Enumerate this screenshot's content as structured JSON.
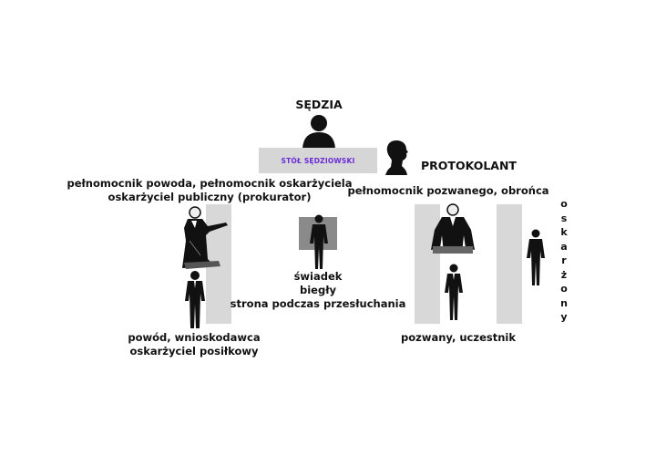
{
  "labels": {
    "judge": "SĘDZIA",
    "bench": "STÓŁ SĘDZIOWSKI",
    "clerk": "PROTOKOLANT",
    "plaintiff_counsel_line1": "pełnomocnik powoda, pełnomocnik oskarżyciela",
    "plaintiff_counsel_line2": "oskarżyciel publiczny (prokurator)",
    "defendant_counsel": "pełnomocnik pozwanego, obrońca",
    "witness_line1": "świadek",
    "witness_line2": "biegły",
    "witness_line3": "strona podczas przesłuchania",
    "plaintiff_line1": "powód, wnioskodawca",
    "plaintiff_line2": "oskarżyciel posiłkowy",
    "defendant": "pozwany, uczestnik",
    "accused_letters": [
      "o",
      "s",
      "k",
      "a",
      "r",
      "ż",
      "o",
      "n",
      "y"
    ]
  },
  "colors": {
    "bench_text": "#6a2bd6",
    "bar": "#d8d8d8",
    "stand": "#8a8a8a",
    "figure": "#111111"
  }
}
